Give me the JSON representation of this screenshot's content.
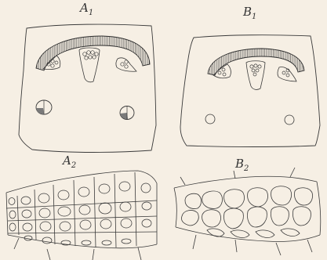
{
  "figure": {
    "panels": [
      {
        "id": "A1",
        "letter": "A",
        "index": "1"
      },
      {
        "id": "B1",
        "letter": "B",
        "index": "1"
      },
      {
        "id": "A2",
        "letter": "A",
        "index": "2"
      },
      {
        "id": "B2",
        "letter": "B",
        "index": "2"
      }
    ]
  }
}
